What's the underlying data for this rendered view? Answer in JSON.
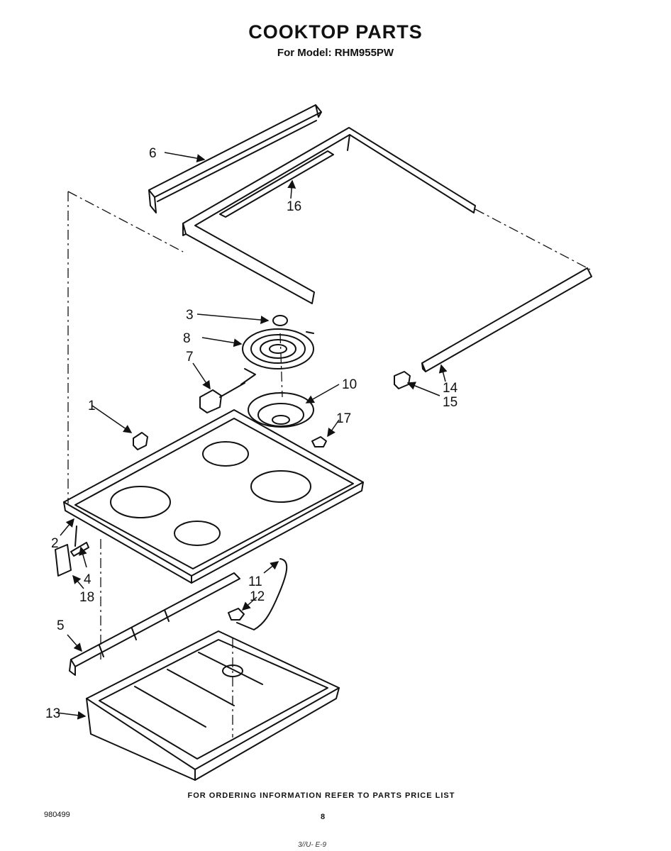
{
  "header": {
    "title": "COOKTOP PARTS",
    "subtitle": "For Model: RHM955PW"
  },
  "callouts": [
    "1",
    "2",
    "3",
    "4",
    "5",
    "6",
    "7",
    "8",
    "10",
    "11",
    "12",
    "13",
    "14",
    "15",
    "16",
    "17",
    "18"
  ],
  "footer": {
    "ordering_note": "FOR ORDERING INFORMATION REFER TO PARTS PRICE LIST",
    "doc_number": "980499",
    "page_number": "8",
    "stamp": "3//U- E-9"
  }
}
